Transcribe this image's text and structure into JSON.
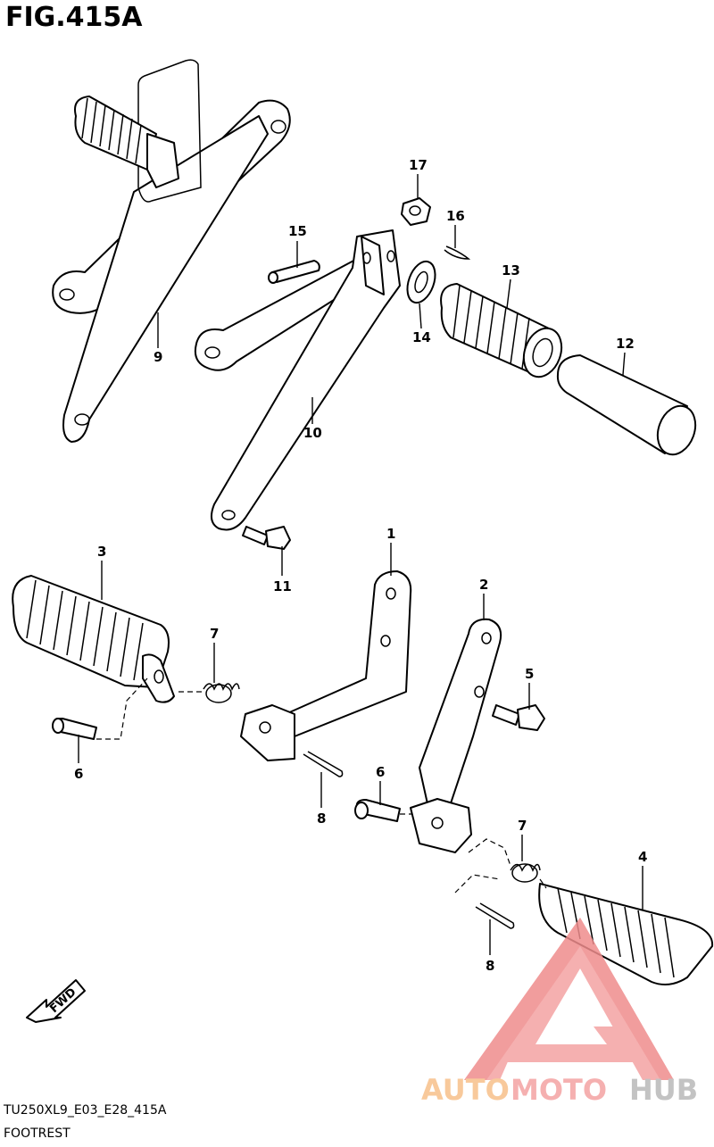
{
  "figure": {
    "title": "FIG.415A",
    "model_code": "TU250XL9_E03_E28_415A",
    "name": "FOOTREST"
  },
  "callouts": {
    "c1": "1",
    "c2": "2",
    "c3": "3",
    "c4": "4",
    "c5": "5",
    "c6a": "6",
    "c6b": "6",
    "c7a": "7",
    "c7b": "7",
    "c8a": "8",
    "c8b": "8",
    "c9": "9",
    "c10": "10",
    "c11": "11",
    "c12": "12",
    "c13": "13",
    "c14": "14",
    "c15": "15",
    "c16": "16",
    "c17": "17"
  },
  "direction_arrow": {
    "label": "FWD"
  },
  "watermark": {
    "part1": "AUTO",
    "part2": "MOTO",
    "part3": "HUB",
    "color_primary": "#f4a3a3",
    "color_secondary": "#f7c08a"
  }
}
